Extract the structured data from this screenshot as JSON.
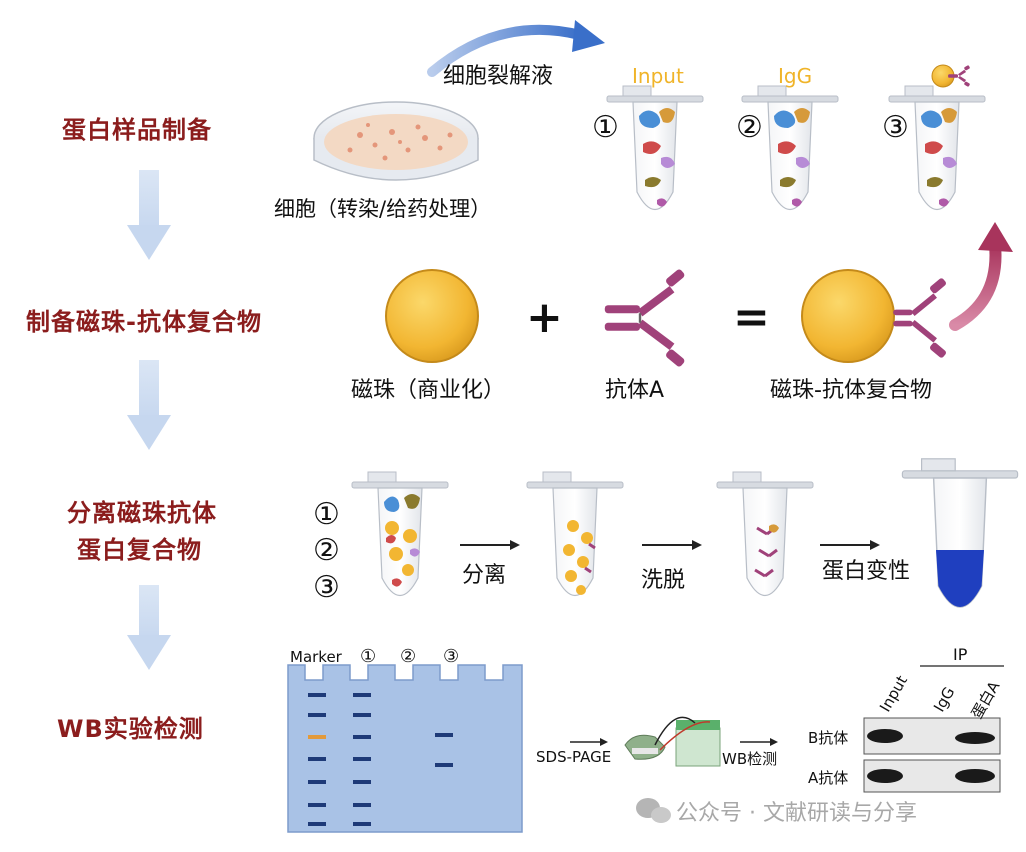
{
  "steps": {
    "s1": "蛋白样品制备",
    "s2": "制备磁珠-抗体复合物",
    "s3_line1": "分离磁珠抗体",
    "s3_line2": "蛋白复合物",
    "s4": "WB实验检测"
  },
  "row1": {
    "lysate": "细胞裂解液",
    "cells": "细胞（转染/给药处理）",
    "tube1_label": "Input",
    "tube2_label": "IgG",
    "n1": "①",
    "n2": "②",
    "n3": "③"
  },
  "row2": {
    "plus": "+",
    "equals": "=",
    "bead": "磁珠（商业化）",
    "antibody": "抗体A",
    "complex": "磁珠-抗体复合物"
  },
  "row3": {
    "n1": "①",
    "n2": "②",
    "n3": "③",
    "separate": "分离",
    "elute": "洗脱",
    "denature": "蛋白变性"
  },
  "row4": {
    "marker": "Marker",
    "lane1": "①",
    "lane2": "②",
    "lane3": "③",
    "sds": "SDS-PAGE",
    "wb": "WB检测",
    "ip": "IP",
    "col_input": "Input",
    "col_igg": "IgG",
    "col_protein": "蛋白A",
    "row_b": "B抗体",
    "row_a": "A抗体"
  },
  "watermark": "公众号 · 文献研读与分享",
  "colors": {
    "step_text": "#8b1d1d",
    "bead": "#f2b632",
    "antibody": "#a0427a",
    "gel": "#a9c2e6",
    "band": "#1e3a78",
    "marker_orange": "#e39a3b",
    "denatured": "#1f3fbf",
    "arrow_blue": "#3a6fc9",
    "arrow_red": "#a8345c"
  }
}
